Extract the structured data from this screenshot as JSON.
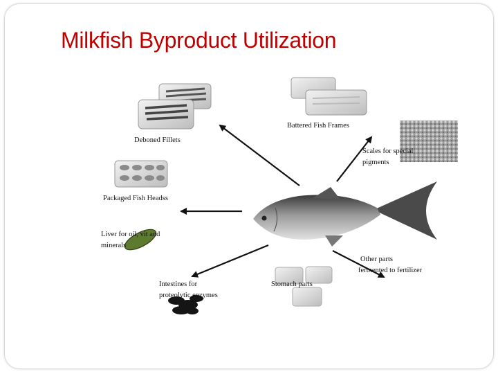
{
  "title": "Milkfish Byproduct Utilization",
  "labels": {
    "deboned_fillets": "Deboned Fillets",
    "battered_frames": "Battered Fish Frames",
    "scales_line1": "Scales for special",
    "scales_line2": "pigments",
    "packaged_heads": "Packaged Fish Headss",
    "liver_line1": "Liver for oil, vit and",
    "liver_line2": "minerals",
    "other_line1": "Other parts",
    "other_line2": "fermented to fertilizer",
    "intestines_line1": "Intestines for",
    "intestines_line2": "proteolytic enzymes",
    "stomach": "Stomach parts"
  }
}
